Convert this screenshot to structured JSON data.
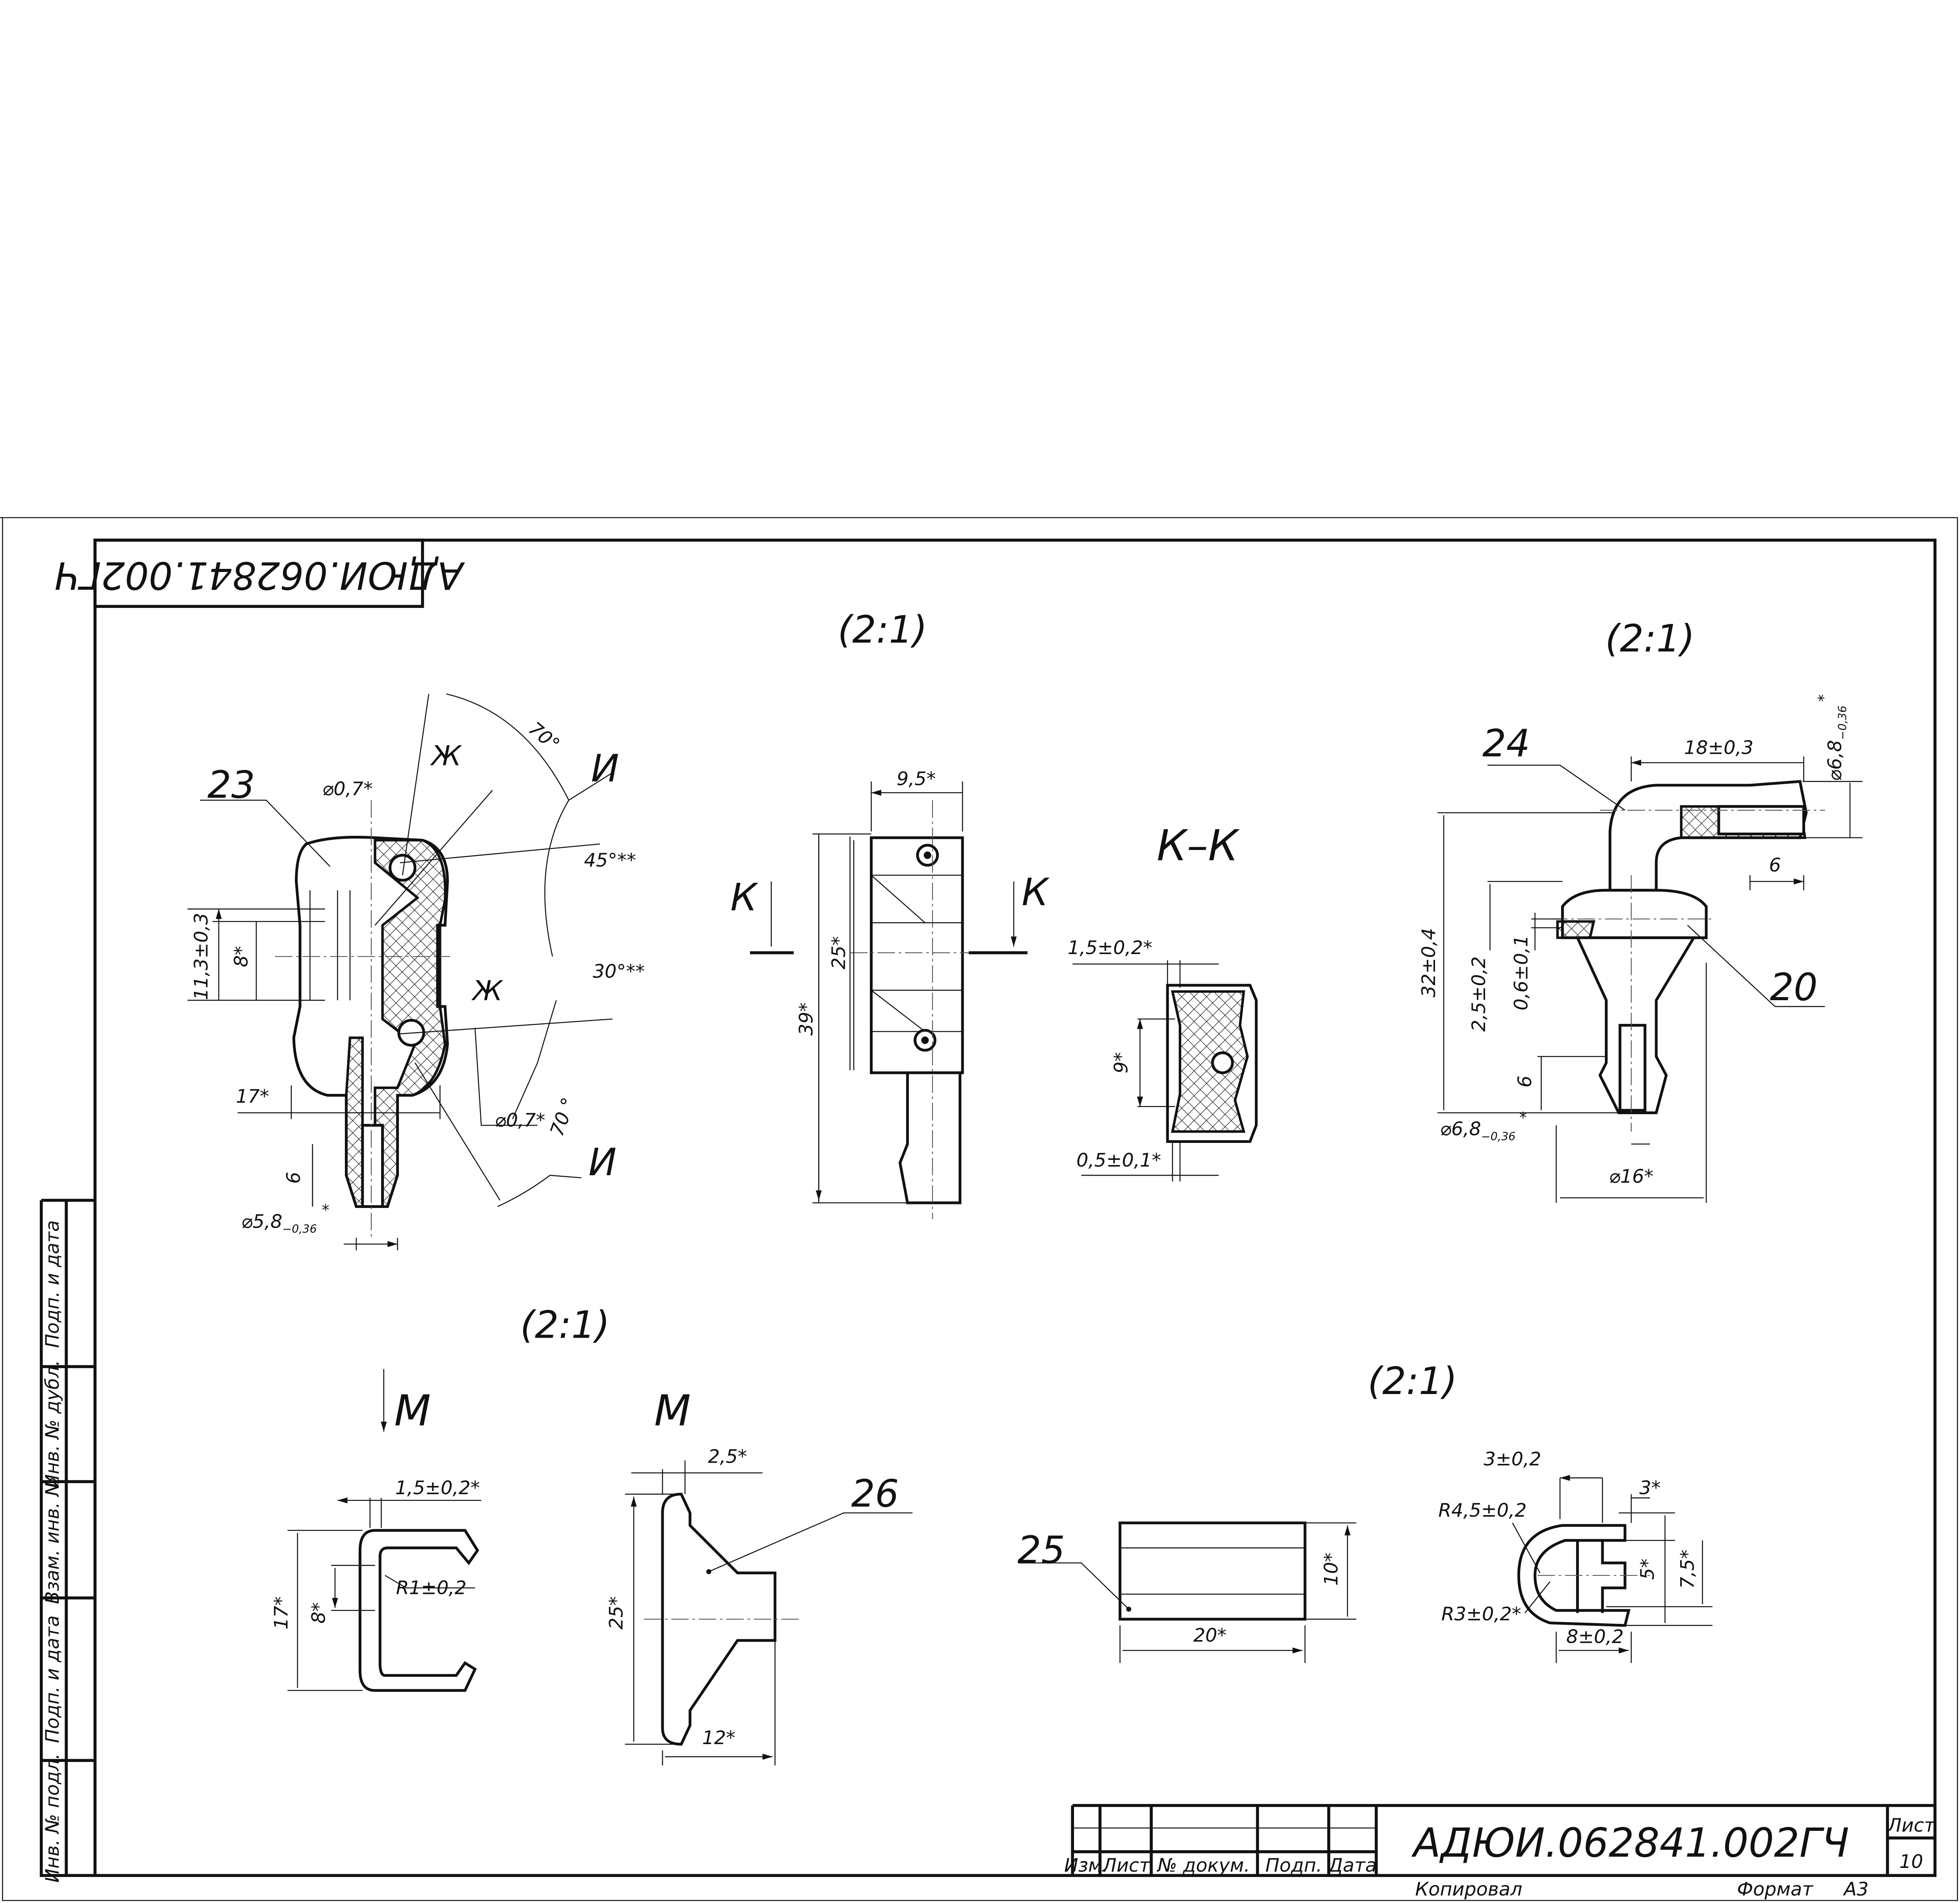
{
  "document": {
    "code": "АДЮИ.062841.002ГЧ",
    "code_stamp_rotated": "АДЮИ.062841.002ГЧ",
    "sheet_label": "Лист",
    "sheet_number": "10",
    "copied_label": "Копировал",
    "format_label": "Формат",
    "format_value": "А3"
  },
  "title_block": {
    "columns": [
      "Изм.",
      "Лист",
      "№ докум.",
      "Подп.",
      "Дата"
    ]
  },
  "side_strip": [
    "Подп. и дата",
    "Инв. № дубл.",
    "Взам. инв. №",
    "Подп. и дата",
    "Инв. № подл."
  ],
  "scales": [
    "(2:1)",
    "(2:1)",
    "(2:1)",
    "(2:1)"
  ],
  "part23": {
    "label": "23",
    "dims": {
      "hole_top": "⌀0,7*",
      "zh_top": "Ж",
      "angle_top": "70°",
      "i_top": "И",
      "angle45": "45°**",
      "angle30": "30°**",
      "zh_bottom": "Ж",
      "hole_bottom": "⌀0,7*",
      "angle_bottom": "70 °",
      "i_bottom": "И",
      "h11": "11,3±0,3",
      "h8": "8*",
      "w17": "17*",
      "h6": "6",
      "d58": "⌀5,8",
      "d58_tol": "−0,36",
      "d58_star": "*"
    }
  },
  "view_k": {
    "mark_left": "К",
    "mark_right": "К",
    "dims": {
      "w95": "9,5*",
      "h25": "25*",
      "h39": "39*"
    }
  },
  "section_kk": {
    "title": "К–К",
    "dims": {
      "t15": "1,5±0,2*",
      "h9": "9*",
      "t05": "0,5±0,1*"
    }
  },
  "part24": {
    "label": "24",
    "label20": "20",
    "dims": {
      "l18": "18±0,3",
      "d68_top": "⌀6,8",
      "d68_top_tol": "−0,36",
      "d68_top_star": "*",
      "s6_top": "6",
      "h32": "32±0,4",
      "h25": "2,5±0,2",
      "h06": "0,6±0,1",
      "s6_bottom": "6",
      "d68_bottom": "⌀6,8",
      "d68_bottom_tol": "−0,36",
      "d68_bottom_star": "*",
      "d16": "⌀16*"
    }
  },
  "view_m": {
    "mark_arrow": "М",
    "mark_title": "М",
    "clip": {
      "t15": "1,5±0,2*",
      "r1": "R1±0,2",
      "h17": "17*",
      "h8": "8*"
    },
    "part26": {
      "label": "26",
      "t25": "2,5*",
      "h25": "25*",
      "w12": "12*"
    }
  },
  "part25": {
    "label": "25",
    "dims": {
      "h10": "10*",
      "w20": "20*"
    },
    "clip": {
      "w3": "3±0,2",
      "g3": "3*",
      "r45": "R4,5±0,2",
      "h5": "5*",
      "h75": "7,5*",
      "r3": "R3±0,2*",
      "w8": "8±0,2"
    }
  }
}
